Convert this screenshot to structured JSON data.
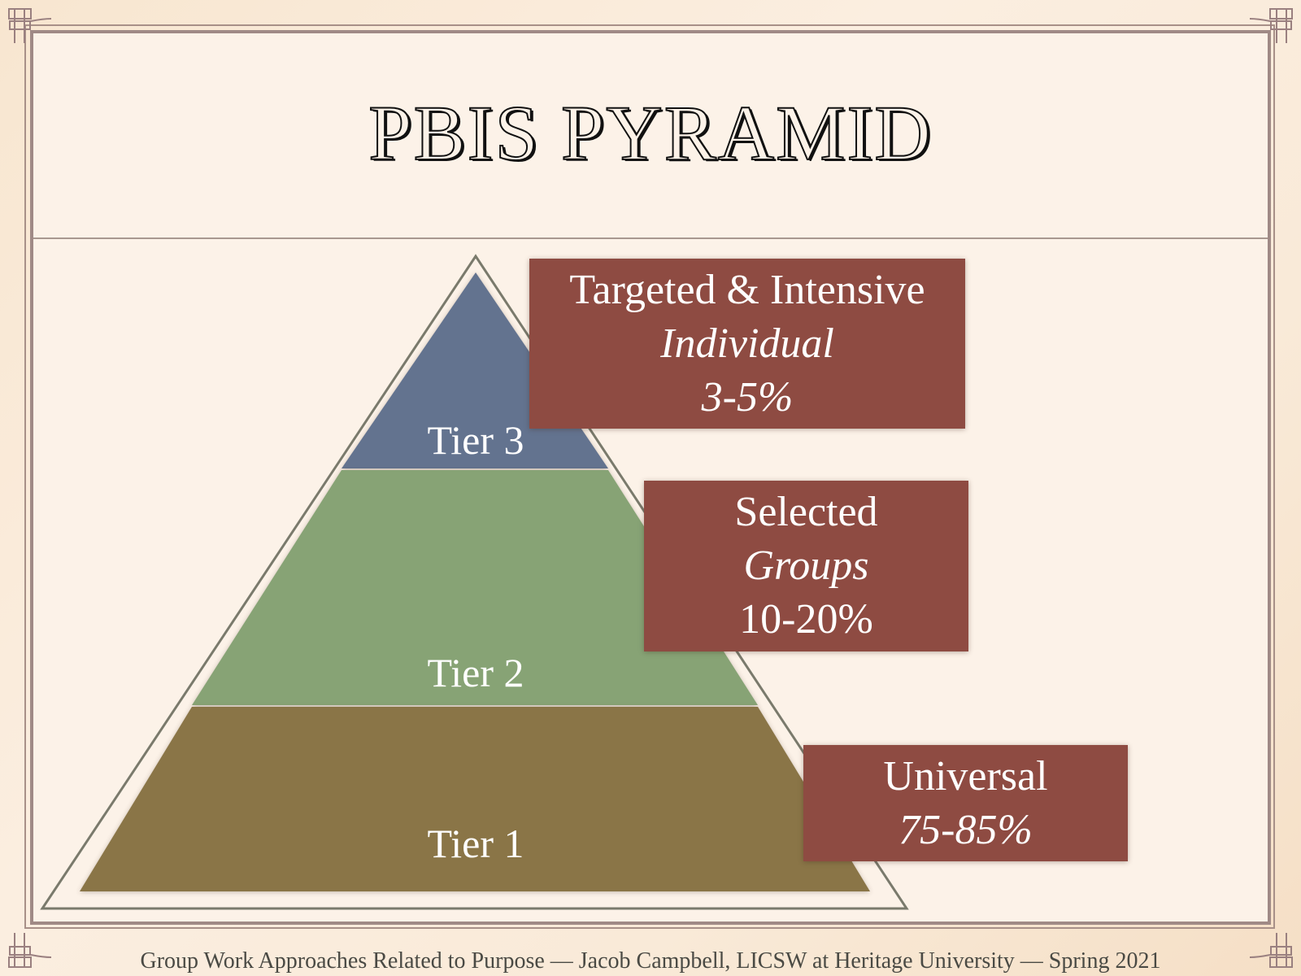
{
  "slide": {
    "title": "PBIS PYRAMID",
    "footer": "Group Work Approaches Related to Purpose — Jacob Campbell, LICSW at Heritage University — Spring 2021"
  },
  "colors": {
    "background": "#fcf2e8",
    "frame": "#a08a86",
    "tier3": "#64738f",
    "tier2": "#87a375",
    "tier1": "#8a7446",
    "callout_box": "#8e4b42",
    "outline": "#7a7a6c"
  },
  "pyramid": {
    "tiers": [
      {
        "label": "Tier 3",
        "color": "#64738f"
      },
      {
        "label": "Tier 2",
        "color": "#87a375"
      },
      {
        "label": "Tier 1",
        "color": "#8a7446"
      }
    ]
  },
  "callouts": [
    {
      "line1": "Targeted & Intensive",
      "line2": "Individual",
      "line3": "3-5%"
    },
    {
      "line1": "Selected",
      "line2": "Groups",
      "line3": "10-20%"
    },
    {
      "line1": "Universal",
      "line2": "75-85%"
    }
  ]
}
